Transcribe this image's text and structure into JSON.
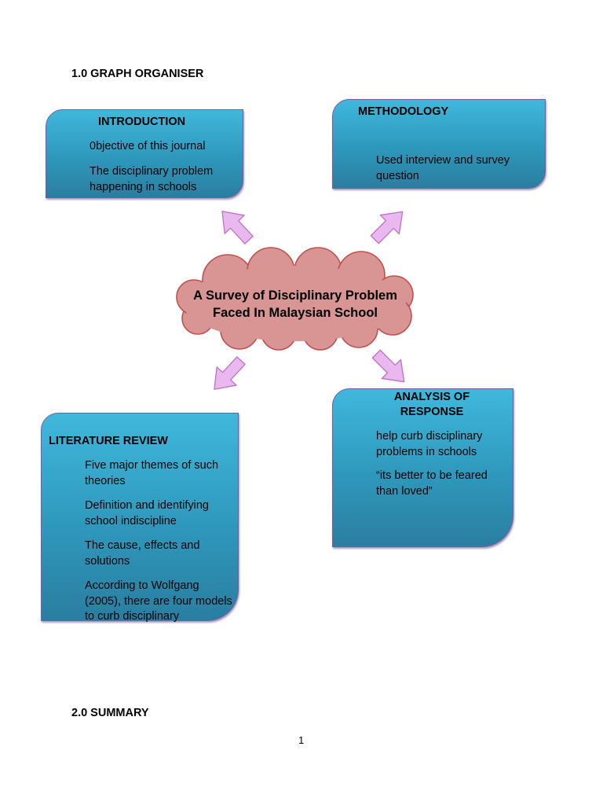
{
  "headings": {
    "graph_organiser": "1.0 GRAPH ORGANISER",
    "summary": "2.0 SUMMARY"
  },
  "center": {
    "title": "A Survey of Disciplinary Problem Faced In Malaysian School"
  },
  "introduction": {
    "title": "INTRODUCTION",
    "items": [
      "0bjective of this journal",
      "The disciplinary problem happening in schools"
    ]
  },
  "methodology": {
    "title": "METHODOLOGY",
    "items": [
      "Used interview and survey question"
    ]
  },
  "literature_review": {
    "title": "LITERATURE REVIEW",
    "items": [
      "Five major themes of such theories",
      "Definition and identifying school indiscipline",
      "The cause, effects and solutions",
      "According to Wolfgang (2005), there are four models to curb disciplinary"
    ]
  },
  "analysis": {
    "title": "ANALYSIS OF RESPONSE",
    "items": [
      "help curb disciplinary problems in schools",
      "“its better to be feared than loved”"
    ]
  },
  "colors": {
    "box": "#33a6cc",
    "cloud": "#d99594",
    "cloud_border": "#c0504d",
    "arrow": "#e8b8ee",
    "arrow_border": "#c070c8"
  },
  "page_number": "1"
}
